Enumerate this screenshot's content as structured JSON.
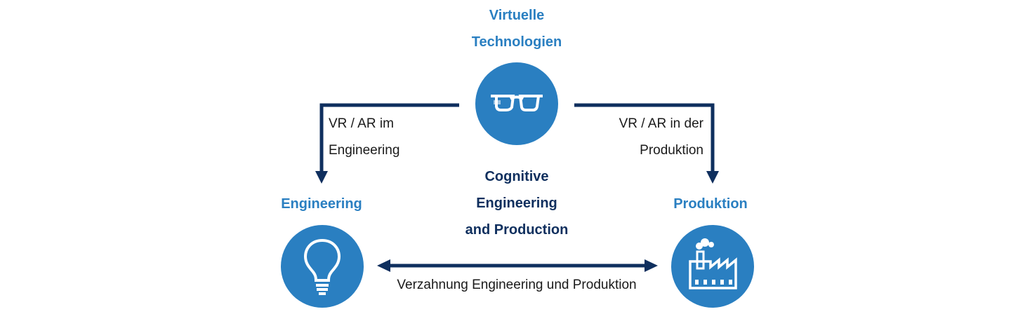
{
  "nodes": {
    "top": {
      "title_line1": "Virtuelle",
      "title_line2": "Technologien",
      "icon": "glasses-icon"
    },
    "left": {
      "title": "Engineering",
      "icon": "lightbulb-icon"
    },
    "right": {
      "title": "Produktion",
      "icon": "factory-icon"
    }
  },
  "center": {
    "line1": "Cognitive",
    "line2": "Engineering",
    "line3": "and Production"
  },
  "edges": {
    "top_left": {
      "line1": "VR / AR im",
      "line2": "Engineering"
    },
    "top_right": {
      "line1": "VR / AR in der",
      "line2": "Produktion"
    },
    "bottom": {
      "label": "Verzahnung Engineering und Produktion"
    }
  },
  "colors": {
    "node_blue": "#2a7fc1",
    "arrow_navy": "#0f2f5e"
  }
}
